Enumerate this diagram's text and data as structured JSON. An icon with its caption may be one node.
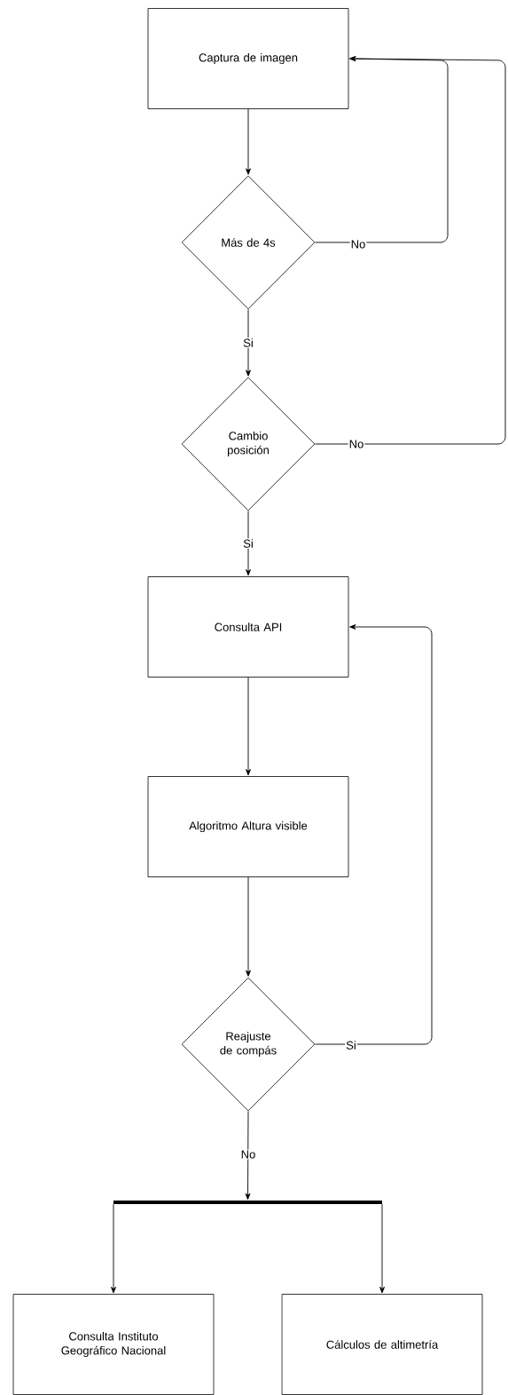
{
  "diagram": {
    "nodes": [
      {
        "text": [
          "Captura de imagen"
        ]
      },
      {
        "text": [
          "Más de 4s"
        ]
      },
      {
        "text": [
          "Cambio posición"
        ]
      },
      {
        "text": [
          "Consulta API"
        ]
      },
      {
        "text": [
          "Algoritmo Altura visible"
        ]
      },
      {
        "text": [
          "Reajuste de compás"
        ]
      },
      {
        "text": [],
        "shape": "bar"
      },
      {
        "text": [
          "Consulta Instituto Geográfico Nacional"
        ]
      },
      {
        "text": [
          "Cálculos de altimetría"
        ]
      }
    ],
    "edges": [
      {
        "from": 0,
        "to": 1,
        "arrow": "to"
      },
      {
        "from": 1,
        "to": 0,
        "arrow": "to",
        "label": "No"
      },
      {
        "from": 1,
        "to": 2,
        "arrow": "to",
        "label": "Si"
      },
      {
        "from": 2,
        "to": 0,
        "arrow": "to",
        "label": "No"
      },
      {
        "from": 2,
        "to": 3,
        "arrow": "to",
        "label": "Si"
      },
      {
        "from": 3,
        "to": 4,
        "arrow": "to"
      },
      {
        "from": 4,
        "to": 5,
        "arrow": "to"
      },
      {
        "from": 5,
        "to": 3,
        "arrow": "to",
        "label": "Si"
      },
      {
        "from": 5,
        "to": 6,
        "arrow": "to",
        "label": "No"
      },
      {
        "from": 6,
        "to": 7,
        "arrow": "to"
      },
      {
        "from": 6,
        "to": 8,
        "arrow": "to"
      }
    ]
  }
}
